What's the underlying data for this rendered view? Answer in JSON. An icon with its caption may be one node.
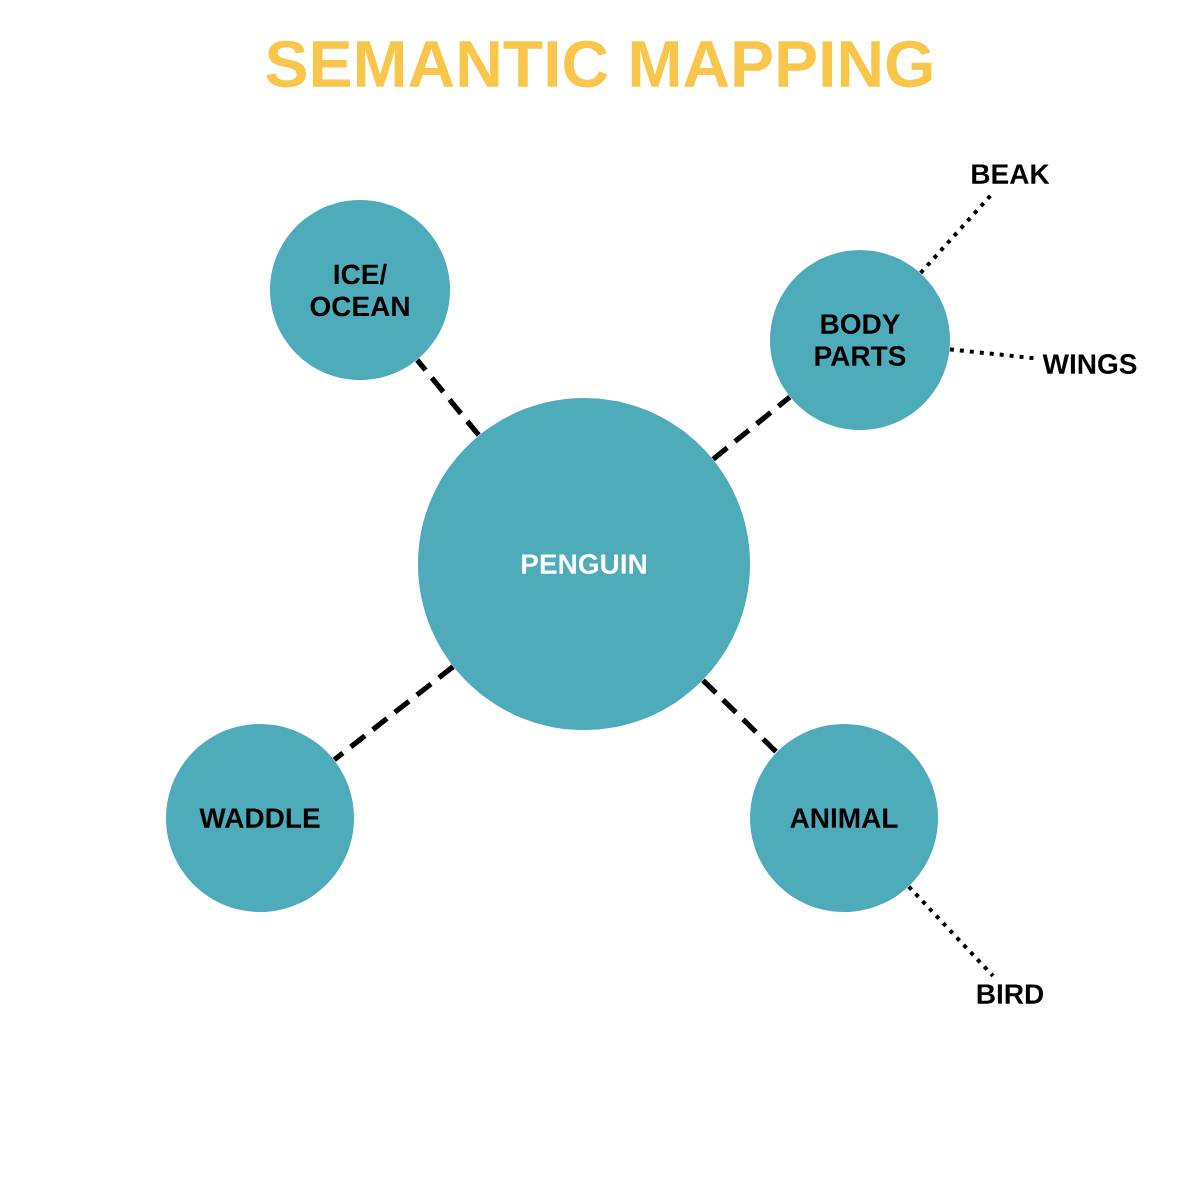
{
  "diagram": {
    "title": "SEMANTIC MAPPING",
    "nodes": [
      {
        "text": [
          "BEAK"
        ]
      },
      {
        "text": [
          "ICE/ OCEAN"
        ]
      },
      {
        "text": [
          "BODY PARTS"
        ]
      },
      {
        "text": [
          "WINGS"
        ]
      },
      {
        "text": [
          "PENGUIN"
        ]
      },
      {
        "text": [
          "WADDLE"
        ]
      },
      {
        "text": [
          "ANIMAL"
        ]
      },
      {
        "text": [
          "BIRD"
        ]
      }
    ],
    "edges": [
      {
        "from": 4,
        "to": 1,
        "arrow": "none",
        "style": "dashed"
      },
      {
        "from": 4,
        "to": 2,
        "arrow": "none",
        "style": "dashed"
      },
      {
        "from": 4,
        "to": 5,
        "arrow": "none",
        "style": "dashed"
      },
      {
        "from": 4,
        "to": 6,
        "arrow": "none",
        "style": "dashed"
      },
      {
        "from": 2,
        "to": 0,
        "arrow": "none"
      },
      {
        "from": 2,
        "to": 3,
        "arrow": "none"
      },
      {
        "from": 6,
        "to": 7,
        "arrow": "none"
      }
    ]
  }
}
